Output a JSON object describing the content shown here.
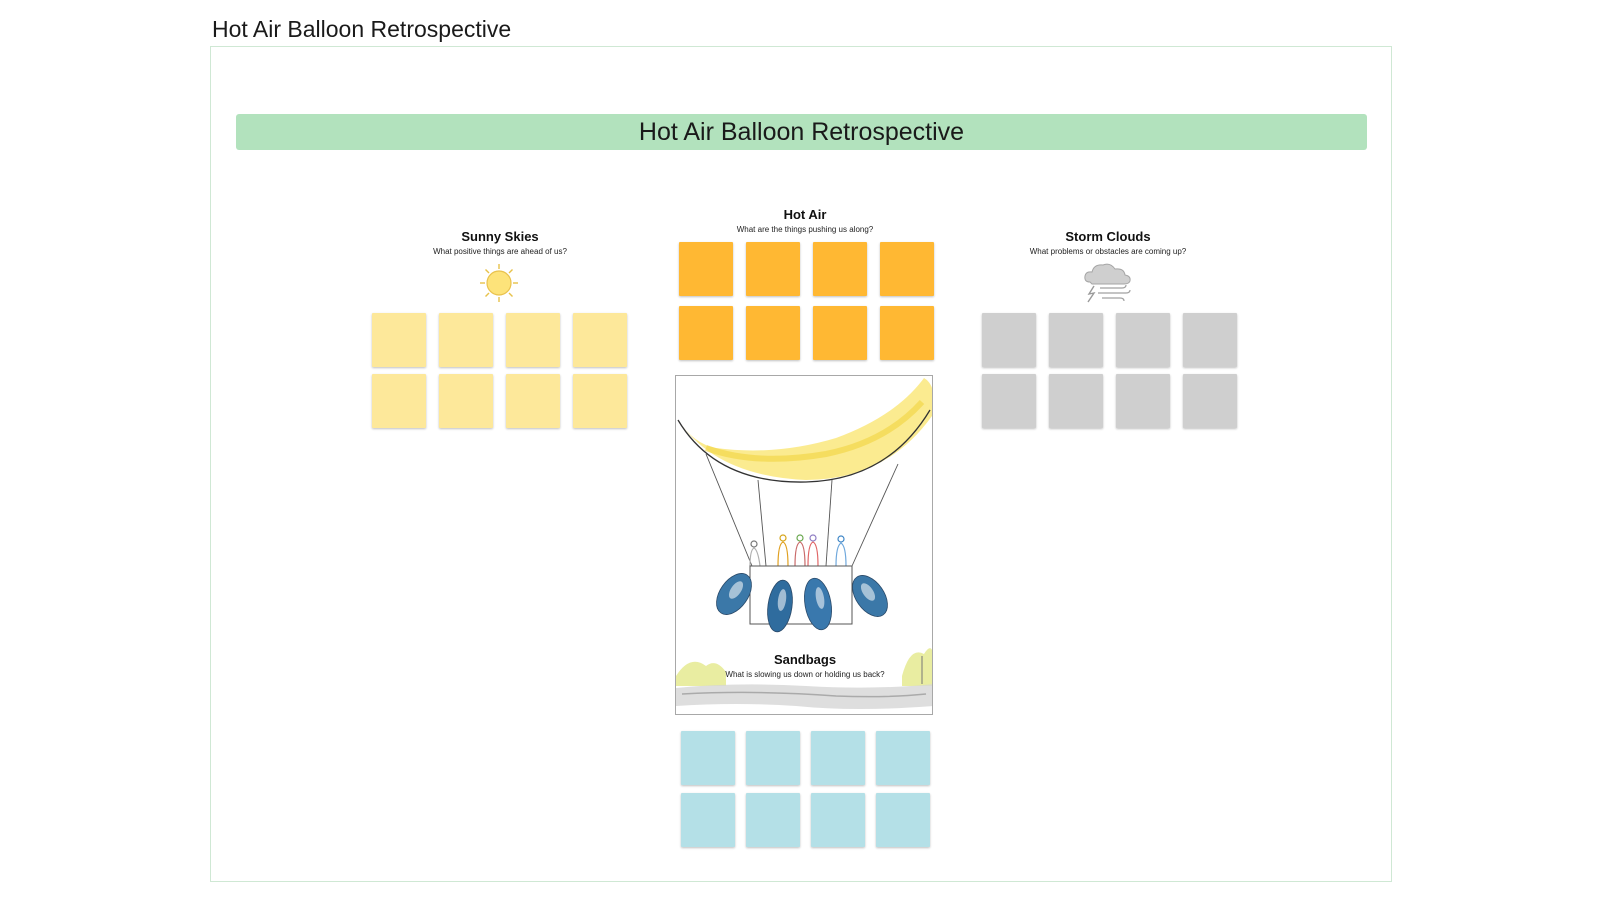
{
  "document": {
    "title": "Hot Air Balloon Retrospective"
  },
  "board": {
    "banner_title": "Hot Air Balloon Retrospective",
    "banner_color": "#b2e2bd",
    "sections": {
      "sunny_skies": {
        "title": "Sunny Skies",
        "subtitle": "What positive things are ahead of us?",
        "icon": "sun-icon",
        "note_color": "#fde89a",
        "note_count": 8
      },
      "hot_air": {
        "title": "Hot Air",
        "subtitle": "What are the things pushing us along?",
        "note_color": "#ffb833",
        "note_count": 8
      },
      "storm_clouds": {
        "title": "Storm Clouds",
        "subtitle": "What problems or obstacles are coming up?",
        "icon": "storm-cloud-icon",
        "note_color": "#cfcfcf",
        "note_count": 8
      },
      "sandbags": {
        "title": "Sandbags",
        "subtitle": "What is slowing us down or holding us back?",
        "icon": "hot-air-balloon-illustration",
        "note_color": "#b4e0e7",
        "note_count": 8
      }
    }
  }
}
